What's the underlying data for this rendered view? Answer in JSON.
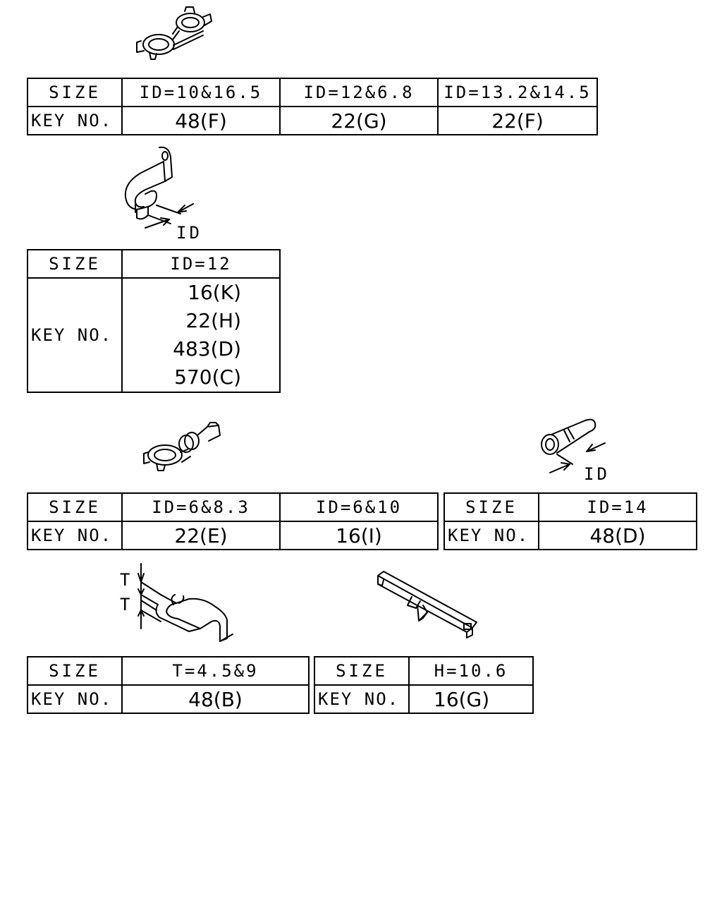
{
  "clip_a": {
    "size_label": "SIZE",
    "key_label": "KEY NO.",
    "sizes": [
      "ID=10&16.5",
      "ID=12&6.8",
      "ID=13.2&14.5"
    ],
    "keys": [
      "48(F)",
      "22(G)",
      "22(F)"
    ]
  },
  "clip_b": {
    "dim_label": "ID",
    "size_label": "SIZE",
    "key_label": "KEY NO.",
    "size": "ID=12",
    "keys": [
      "16(K)",
      "22(H)",
      "483(D)",
      "570(C)"
    ]
  },
  "clip_c": {
    "size_label": "SIZE",
    "key_label": "KEY NO.",
    "sizes": [
      "ID=6&8.3",
      "ID=6&10"
    ],
    "keys": [
      "22(E)",
      "16(I)"
    ]
  },
  "clip_d": {
    "dim_label": "ID",
    "size_label": "SIZE",
    "key_label": "KEY NO.",
    "size": "ID=14",
    "key": "48(D)"
  },
  "clip_e": {
    "dim_label_top": "T",
    "dim_label_bottom": "T",
    "size_label": "SIZE",
    "key_label": "KEY NO.",
    "size": "T=4.5&9",
    "key": "48(B)"
  },
  "clip_f": {
    "size_label": "SIZE",
    "key_label": "KEY NO.",
    "size": "H=10.6",
    "key": "16(G)"
  }
}
